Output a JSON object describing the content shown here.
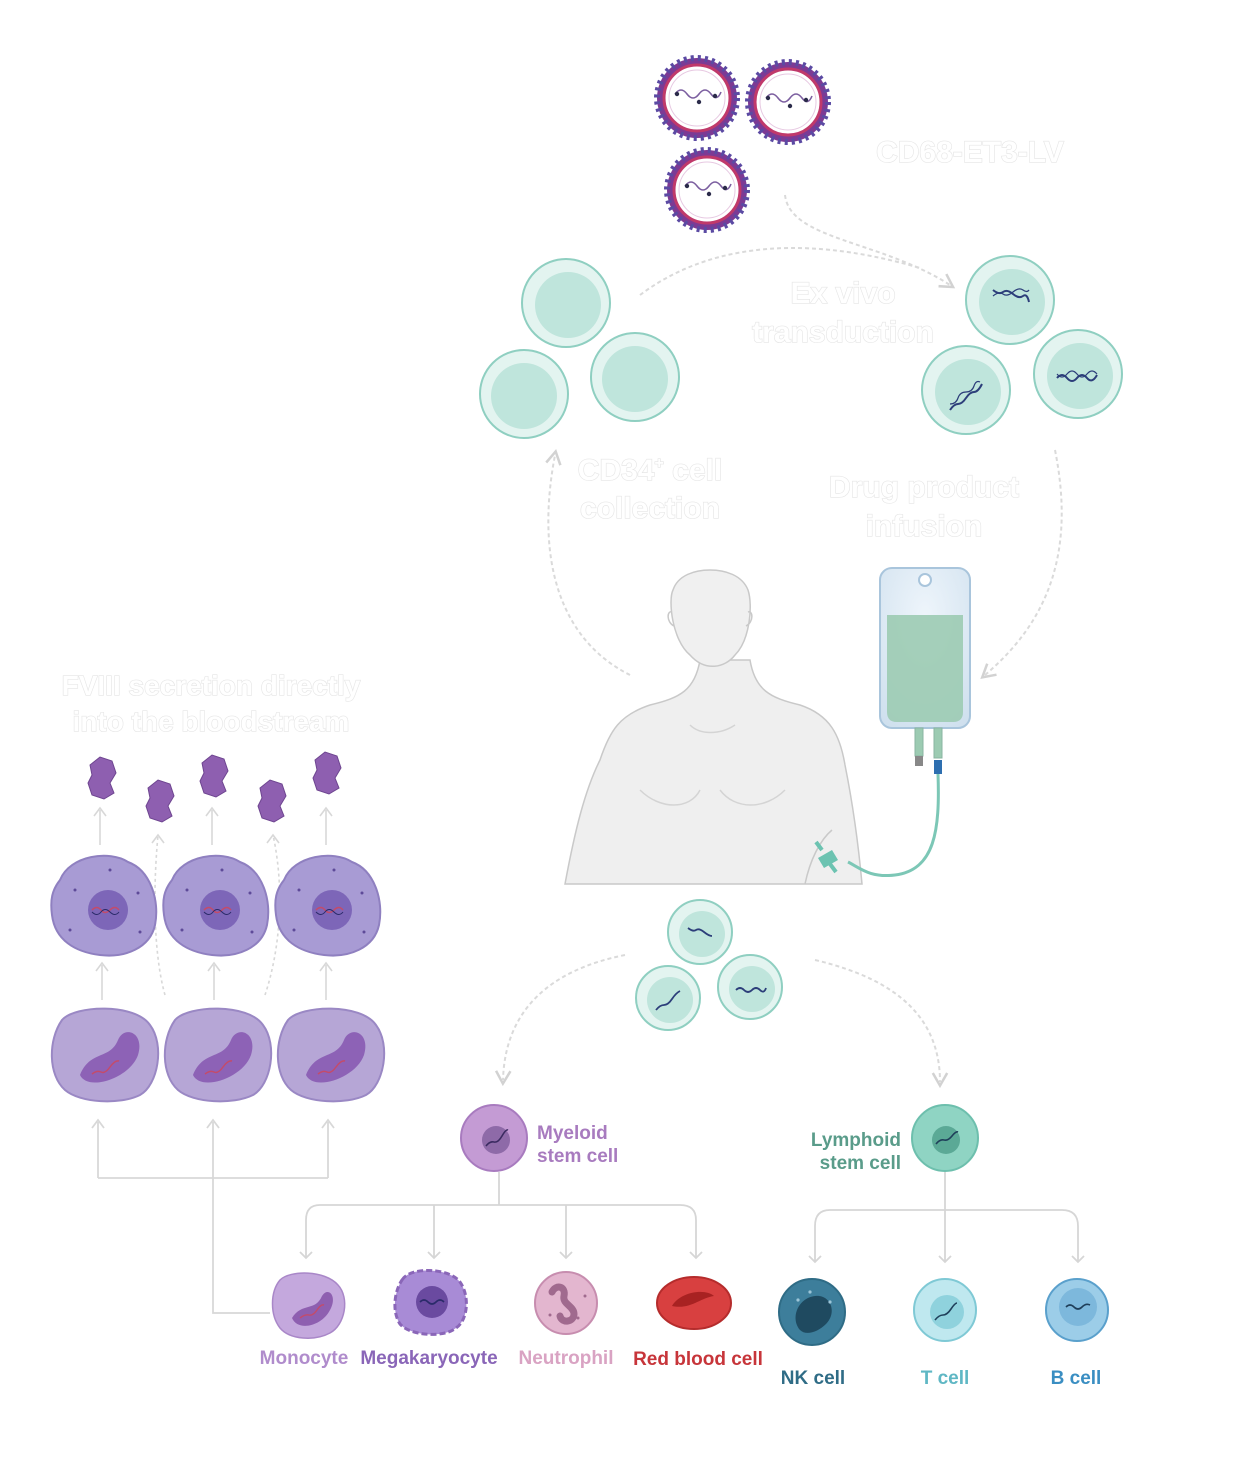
{
  "labels": {
    "vector": "CD68-ET3-LV",
    "ex_vivo_line1": "Ex vivo",
    "ex_vivo_line2": "transduction",
    "cd34_line1": "CD34",
    "cd34_sup": "+",
    "cd34_line1_suffix": " cell",
    "cd34_line2": "collection",
    "infusion_line1": "Drug product",
    "infusion_line2": "infusion",
    "fviii_line1": "FVIII secretion directly",
    "fviii_line2": "into the bloodstream",
    "myeloid_line1": "Myeloid",
    "myeloid_line2": "stem cell",
    "lymphoid_line1": "Lymphoid",
    "lymphoid_line2": "stem cell"
  },
  "cell_types": {
    "monocyte": "Monocyte",
    "megakaryocyte": "Megakaryocyte",
    "neutrophil": "Neutrophil",
    "red_blood_cell": "Red blood cell",
    "nk_cell": "NK cell",
    "t_cell": "T cell",
    "b_cell": "B cell"
  },
  "colors": {
    "myeloid": "#a87bbf",
    "lymphoid": "#5a9c8a",
    "monocyte": "#b08ccc",
    "megakaryocyte": "#8a66b8",
    "neutrophil": "#d9a3c3",
    "red_blood_cell": "#c7353a",
    "nk_cell": "#2f6c86",
    "t_cell": "#5fb7c4",
    "b_cell": "#3a8ec2",
    "stem_cell_fill": "#bfe5dc",
    "stem_cell_ring": "#8fcfc1"
  }
}
